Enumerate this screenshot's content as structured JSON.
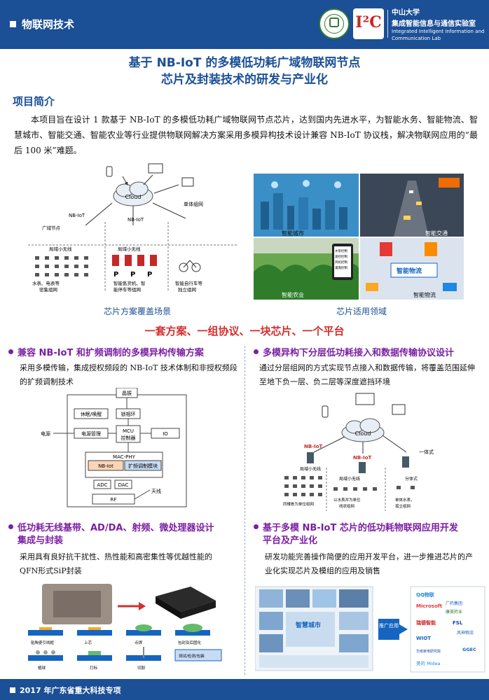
{
  "header": {
    "section_label": "物联网技术",
    "university": "中山大学",
    "lab_cn": "集成智能信息与通信实验室",
    "lab_en_line1": "Integrated Intelligent Information and",
    "lab_en_line2": "Communication Lab",
    "lab_logo_text": "I²C"
  },
  "title": {
    "line1": "基于 NB-IoT 的多模低功耗广域物联网节点",
    "line2": "芯片及封装技术的研发与产业化"
  },
  "intro": {
    "heading": "项目简介",
    "body": "本项目旨在设计 1 款基于 NB-IoT 的多模低功耗广域物联网节点芯片，达到国内先进水平，为智能水务、智能物流、智慧城市、智能交通、智能农业等行业提供物联网解决方案采用多模异构技术设计兼容 NB-IoT 协议栈，解决物联网应用的“最后 100 米”难题。"
  },
  "figures": {
    "left_caption": "芯片方案覆盖场景",
    "right_caption": "芯片适用领域",
    "net": {
      "cloud": "Cloud",
      "nbiot": "NB-IoT",
      "single": "单体组网",
      "broadcast": "广域节点",
      "lan": "局域小无线",
      "l1": "水表、电表等",
      "l2": "密集组网",
      "m1": "智能售货机、智",
      "m2": "能停车等组网",
      "r1": "智能自行车等",
      "r2": "独立组网"
    },
    "domains": {
      "city": "智能城市",
      "traffic": "智能交通",
      "agri": "智能农业",
      "logistics": "智能物流",
      "agri_phone1": "水泵控制",
      "agri_phone2": "遥控控制",
      "agri_phone3": "风机控制",
      "agri_phone4": "灌溉控制"
    }
  },
  "slogan": "一套方案、一组协议、一块芯片、一个平台",
  "quadrants": {
    "q1": {
      "title": "兼容 NB-IoT 和扩频调制的多模异构传输方案",
      "text": "采用多模传输，集成授权频段的 NB-IoT 技术体制和非授权频段的扩频调制技术",
      "diagram": {
        "crystal": "晶振",
        "sleep": "休眠/唤醒",
        "pll": "锁相环",
        "power_in": "电源",
        "pmu": "电源管理",
        "mcu1": "MCU",
        "mcu2": "控制器",
        "io": "IO",
        "macphy": "MAC-PHY",
        "nbiot": "NB-Iot",
        "spread": "扩频调制模块",
        "adc": "ADC",
        "dac": "DAC",
        "antenna": "天线",
        "rf": "RF"
      }
    },
    "q2": {
      "title": "多模异构下分层低功耗接入和数据传输协议设计",
      "text": "通过分层组网的方式实现节点接入和数据传输，将覆盖范围延伸至地下负一层、负二层等深度遮挡环境",
      "diagram": {
        "cloud": "Cloud",
        "nbiot": "NB-IoT",
        "allinone": "一体式",
        "split": "分体式",
        "lan": "局域小无线",
        "c1": "同楼栋为单位组网",
        "c2": "以水表井为单位",
        "c2b": "线状组网",
        "c3": "单体水表，",
        "c3b": "孤立组网"
      }
    },
    "q3": {
      "title_l1": "低功耗无线基带、AD/DA、射频、微处理器设计",
      "title_l2": "集成与封装",
      "text": "采用具有良好抗干扰性、热性能和高密集性等优越性能的QFN形式SiP封装",
      "steps": [
        "贴陶瓷引线框",
        "上芯",
        "点焊",
        "包封及后固化",
        "植球",
        "打标",
        "切割",
        "测试/检测/包装"
      ]
    },
    "q4": {
      "title_l1": "基于多模 NB-IoT 芯片的低功耗物联网应用开发",
      "title_l2": "平台及产业化",
      "text": "研发功能完善操作简便的应用开发平台，进一步推进芯片的产业化实现芯片及模组的应用及销售",
      "city": "智慧城市",
      "promo": "推广应用",
      "partners": [
        "QQ物联",
        "Microsoft",
        "广药集团",
        "康美药业",
        "瑞德智能",
        "FSL",
        "风神物流",
        "WIOT",
        "华南家电研究院",
        "GGEC",
        "美的 Midea"
      ]
    }
  },
  "footer": {
    "text": "2017 年广东省重大科技专项"
  },
  "colors": {
    "brand_blue": "#1b4f96",
    "slogan_red": "#d32f2f",
    "heading_purple": "#7b1fa2"
  }
}
